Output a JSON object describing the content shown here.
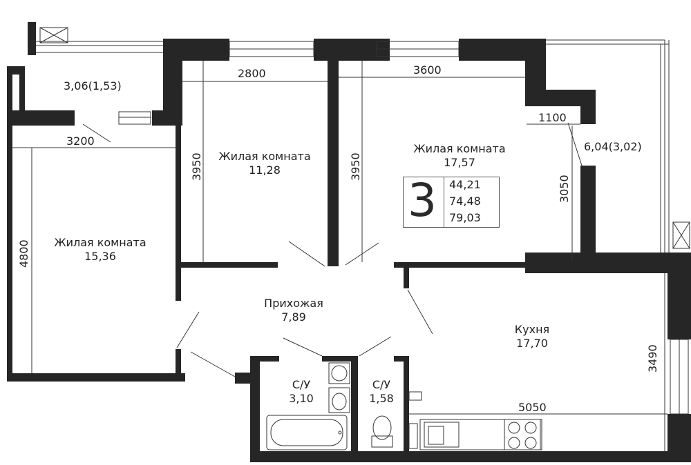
{
  "rooms": {
    "living_1": {
      "name": "Жилая комната",
      "area": "15,36"
    },
    "living_2": {
      "name": "Жилая комната",
      "area": "11,28"
    },
    "living_3": {
      "name": "Жилая комната",
      "area": "17,57"
    },
    "hall": {
      "name": "Прихожая",
      "area": "7,89"
    },
    "kitchen": {
      "name": "Кухня",
      "area": "17,70"
    },
    "bath_1": {
      "name": "С/У",
      "area": "3,10"
    },
    "bath_2": {
      "name": "С/У",
      "area": "1,58"
    },
    "balcony_1": {
      "area": "3,06(1,53)"
    },
    "balcony_2": {
      "area": "6,04(3,02)"
    }
  },
  "dimensions": {
    "w_2800": "2800",
    "w_3600": "3600",
    "w_3200": "3200",
    "w_1100": "1100",
    "w_5050": "5050",
    "h_3950_a": "3950",
    "h_3950_b": "3950",
    "h_4800": "4800",
    "h_3050": "3050",
    "h_3490": "3490"
  },
  "summary": {
    "room_count": "3",
    "living_area": "44,21",
    "total_area": "74,48",
    "total_area_with_balcony": "79,03"
  },
  "colors": {
    "wall": "#262626",
    "line": "#333333",
    "background": "#ffffff"
  }
}
